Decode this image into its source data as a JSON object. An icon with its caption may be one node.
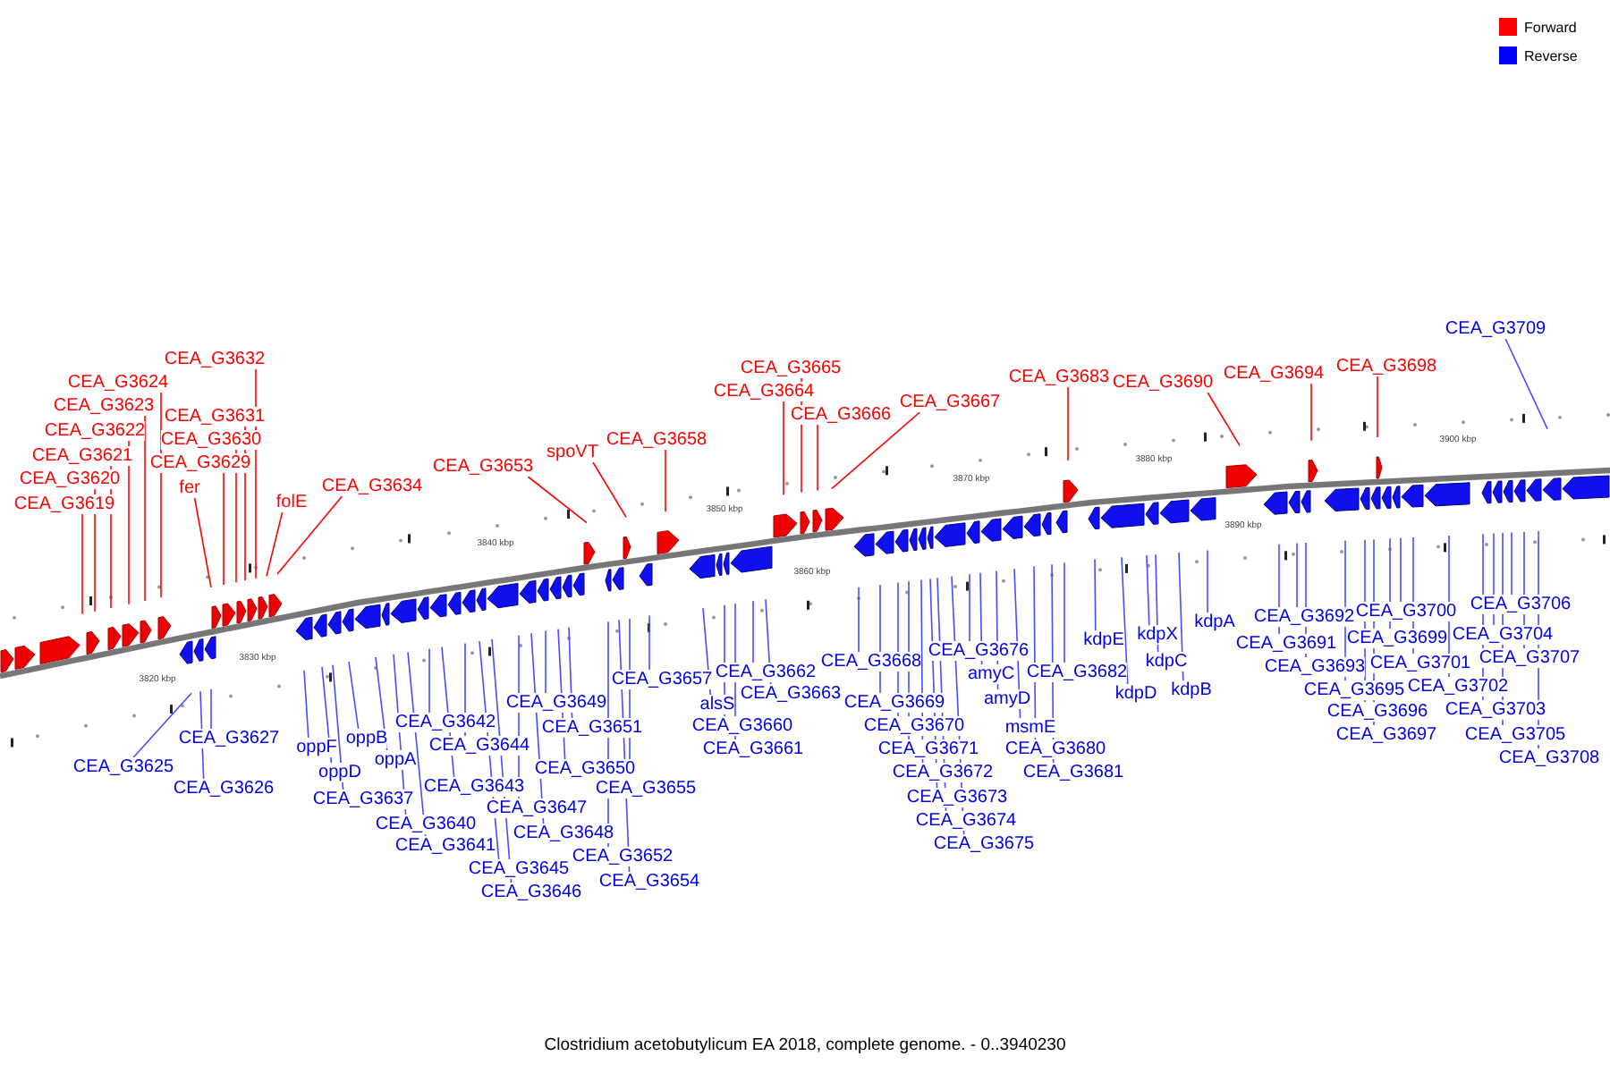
{
  "diagram": {
    "caption": "Clostridium acetobutylicum EA 2018, complete genome. - 0..3940230",
    "nodes": [
      {
        "text": [
          "CEA_G3619"
        ]
      },
      {
        "text": [
          "CEA_G3620"
        ]
      },
      {
        "text": [
          "CEA_G3621"
        ]
      },
      {
        "text": [
          "CEA_G3622"
        ]
      },
      {
        "text": [
          "CEA_G3623"
        ]
      },
      {
        "text": [
          "CEA_G3624"
        ]
      },
      {
        "text": [
          "CEA_G3632"
        ]
      },
      {
        "text": [
          "CEA_G3631"
        ]
      },
      {
        "text": [
          "CEA_G3630"
        ]
      },
      {
        "text": [
          "CEA_G3629"
        ]
      },
      {
        "text": [
          "fer"
        ]
      },
      {
        "text": [
          "folE"
        ]
      },
      {
        "text": [
          "CEA_G3634"
        ]
      },
      {
        "text": [
          "CEA_G3653"
        ]
      },
      {
        "text": [
          "spoVT"
        ]
      },
      {
        "text": [
          "CEA_G3658"
        ]
      },
      {
        "text": [
          "CEA_G3664"
        ]
      },
      {
        "text": [
          "CEA_G3665"
        ]
      },
      {
        "text": [
          "CEA_G3666"
        ]
      },
      {
        "text": [
          "CEA_G3667"
        ]
      },
      {
        "text": [
          "CEA_G3683"
        ]
      },
      {
        "text": [
          "CEA_G3690"
        ]
      },
      {
        "text": [
          "CEA_G3694"
        ]
      },
      {
        "text": [
          "CEA_G3698"
        ]
      },
      {
        "text": [
          "CEA_G3709"
        ]
      },
      {
        "text": [
          "CEA_G3625"
        ]
      },
      {
        "text": [
          "CEA_G3627"
        ]
      },
      {
        "text": [
          "CEA_G3626"
        ]
      },
      {
        "text": [
          "oppF"
        ]
      },
      {
        "text": [
          "oppD"
        ]
      },
      {
        "text": [
          "CEA_G3637"
        ]
      },
      {
        "text": [
          "oppB"
        ]
      },
      {
        "text": [
          "oppA"
        ]
      },
      {
        "text": [
          "CEA_G3640"
        ]
      },
      {
        "text": [
          "CEA_G3641"
        ]
      },
      {
        "text": [
          "CEA_G3642"
        ]
      },
      {
        "text": [
          "CEA_G3643"
        ]
      },
      {
        "text": [
          "CEA_G3644"
        ]
      },
      {
        "text": [
          "CEA_G3645"
        ]
      },
      {
        "text": [
          "CEA_G3646"
        ]
      },
      {
        "text": [
          "CEA_G3647"
        ]
      },
      {
        "text": [
          "CEA_G3648"
        ]
      },
      {
        "text": [
          "CEA_G3649"
        ]
      },
      {
        "text": [
          "CEA_G3650"
        ]
      },
      {
        "text": [
          "CEA_G3651"
        ]
      },
      {
        "text": [
          "CEA_G3652"
        ]
      },
      {
        "text": [
          "CEA_G3654"
        ]
      },
      {
        "text": [
          "CEA_G3655"
        ]
      },
      {
        "text": [
          "CEA_G3657"
        ]
      },
      {
        "text": [
          "alsS"
        ]
      },
      {
        "text": [
          "CEA_G3660"
        ]
      },
      {
        "text": [
          "CEA_G3661"
        ]
      },
      {
        "text": [
          "CEA_G3662"
        ]
      },
      {
        "text": [
          "CEA_G3663"
        ]
      },
      {
        "text": [
          "CEA_G3668"
        ]
      },
      {
        "text": [
          "CEA_G3669"
        ]
      },
      {
        "text": [
          "CEA_G3670"
        ]
      },
      {
        "text": [
          "CEA_G3671"
        ]
      },
      {
        "text": [
          "CEA_G3672"
        ]
      },
      {
        "text": [
          "CEA_G3673"
        ]
      },
      {
        "text": [
          "CEA_G3674"
        ]
      },
      {
        "text": [
          "CEA_G3675"
        ]
      },
      {
        "text": [
          "CEA_G3676"
        ]
      },
      {
        "text": [
          "amyC"
        ]
      },
      {
        "text": [
          "amyD"
        ]
      },
      {
        "text": [
          "msmE"
        ]
      },
      {
        "text": [
          "CEA_G3680"
        ]
      },
      {
        "text": [
          "CEA_G3681"
        ]
      },
      {
        "text": [
          "CEA_G3682"
        ]
      },
      {
        "text": [
          "kdpE"
        ]
      },
      {
        "text": [
          "kdpD"
        ]
      },
      {
        "text": [
          "kdpX"
        ]
      },
      {
        "text": [
          "kdpC"
        ]
      },
      {
        "text": [
          "kdpB"
        ]
      },
      {
        "text": [
          "kdpA"
        ]
      },
      {
        "text": [
          "CEA_G3691"
        ]
      },
      {
        "text": [
          "CEA_G3692"
        ]
      },
      {
        "text": [
          "CEA_G3693"
        ]
      },
      {
        "text": [
          "CEA_G3695"
        ]
      },
      {
        "text": [
          "CEA_G3696"
        ]
      },
      {
        "text": [
          "CEA_G3697"
        ]
      },
      {
        "text": [
          "CEA_G3699"
        ]
      },
      {
        "text": [
          "CEA_G3700"
        ]
      },
      {
        "text": [
          "CEA_G3701"
        ]
      },
      {
        "text": [
          "CEA_G3702"
        ]
      },
      {
        "text": [
          "CEA_G3703"
        ]
      },
      {
        "text": [
          "CEA_G3704"
        ]
      },
      {
        "text": [
          "CEA_G3705"
        ]
      },
      {
        "text": [
          "CEA_G3706"
        ]
      },
      {
        "text": [
          "CEA_G3707"
        ]
      },
      {
        "text": [
          "CEA_G3708"
        ]
      }
    ],
    "edges": [
      {
        "from": 0,
        "to": null,
        "arrow": "none",
        "color": "#ff0000"
      },
      {
        "from": 1,
        "to": null,
        "arrow": "none",
        "color": "#ff0000"
      },
      {
        "from": 2,
        "to": null,
        "arrow": "none",
        "color": "#ff0000"
      },
      {
        "from": 3,
        "to": null,
        "arrow": "none",
        "color": "#ff0000"
      },
      {
        "from": 4,
        "to": null,
        "arrow": "none",
        "color": "#ff0000"
      },
      {
        "from": 5,
        "to": null,
        "arrow": "none",
        "color": "#ff0000"
      },
      {
        "from": 6,
        "to": null,
        "arrow": "none",
        "color": "#ff0000"
      },
      {
        "from": 7,
        "to": null,
        "arrow": "none",
        "color": "#ff0000"
      },
      {
        "from": 8,
        "to": null,
        "arrow": "none",
        "color": "#ff0000"
      },
      {
        "from": 9,
        "to": null,
        "arrow": "none",
        "color": "#ff0000"
      },
      {
        "from": 10,
        "to": null,
        "arrow": "none",
        "color": "#ff0000"
      },
      {
        "from": 11,
        "to": null,
        "arrow": "none",
        "color": "#ff0000"
      },
      {
        "from": 12,
        "to": null,
        "arrow": "none",
        "color": "#ff0000"
      },
      {
        "from": 13,
        "to": null,
        "arrow": "none",
        "color": "#ff0000"
      },
      {
        "from": 14,
        "to": null,
        "arrow": "none",
        "color": "#ff0000"
      },
      {
        "from": 15,
        "to": null,
        "arrow": "none",
        "color": "#ff0000"
      },
      {
        "from": 16,
        "to": null,
        "arrow": "none",
        "color": "#ff0000"
      },
      {
        "from": 17,
        "to": null,
        "arrow": "none",
        "color": "#ff0000"
      },
      {
        "from": 18,
        "to": null,
        "arrow": "none",
        "color": "#ff0000"
      },
      {
        "from": 19,
        "to": null,
        "arrow": "none",
        "color": "#ff0000"
      },
      {
        "from": 20,
        "to": null,
        "arrow": "none",
        "color": "#ff0000"
      },
      {
        "from": 21,
        "to": null,
        "arrow": "none",
        "color": "#ff0000"
      },
      {
        "from": 22,
        "to": null,
        "arrow": "none",
        "color": "#ff0000"
      },
      {
        "from": 23,
        "to": null,
        "arrow": "none",
        "color": "#ff0000"
      },
      {
        "from": 24,
        "to": null,
        "arrow": "none"
      },
      {
        "from": 25,
        "to": null,
        "arrow": "none"
      },
      {
        "from": 26,
        "to": null,
        "arrow": "none"
      },
      {
        "from": 27,
        "to": null,
        "arrow": "none"
      },
      {
        "from": 28,
        "to": null,
        "arrow": "none"
      },
      {
        "from": 29,
        "to": null,
        "arrow": "none"
      },
      {
        "from": 30,
        "to": null,
        "arrow": "none"
      },
      {
        "from": 31,
        "to": null,
        "arrow": "none"
      },
      {
        "from": 32,
        "to": null,
        "arrow": "none"
      },
      {
        "from": 33,
        "to": null,
        "arrow": "none"
      },
      {
        "from": 34,
        "to": null,
        "arrow": "none"
      },
      {
        "from": 35,
        "to": null,
        "arrow": "none"
      },
      {
        "from": 36,
        "to": null,
        "arrow": "none"
      },
      {
        "from": 37,
        "to": null,
        "arrow": "none"
      },
      {
        "from": 38,
        "to": null,
        "arrow": "none"
      },
      {
        "from": 39,
        "to": null,
        "arrow": "none"
      },
      {
        "from": 40,
        "to": null,
        "arrow": "none"
      },
      {
        "from": 41,
        "to": null,
        "arrow": "none"
      },
      {
        "from": 42,
        "to": null,
        "arrow": "none"
      },
      {
        "from": 43,
        "to": null,
        "arrow": "none"
      },
      {
        "from": 44,
        "to": null,
        "arrow": "none"
      },
      {
        "from": 45,
        "to": null,
        "arrow": "none"
      },
      {
        "from": 46,
        "to": null,
        "arrow": "none"
      },
      {
        "from": 47,
        "to": null,
        "arrow": "none"
      },
      {
        "from": 48,
        "to": null,
        "arrow": "none"
      },
      {
        "from": 49,
        "to": null,
        "arrow": "none"
      },
      {
        "from": 50,
        "to": null,
        "arrow": "none"
      },
      {
        "from": 51,
        "to": null,
        "arrow": "none"
      },
      {
        "from": 52,
        "to": null,
        "arrow": "none"
      },
      {
        "from": 53,
        "to": null,
        "arrow": "none"
      },
      {
        "from": 54,
        "to": null,
        "arrow": "none"
      },
      {
        "from": 55,
        "to": null,
        "arrow": "none"
      },
      {
        "from": 56,
        "to": null,
        "arrow": "none"
      },
      {
        "from": 57,
        "to": null,
        "arrow": "none"
      },
      {
        "from": 58,
        "to": null,
        "arrow": "none"
      },
      {
        "from": 59,
        "to": null,
        "arrow": "none"
      },
      {
        "from": 60,
        "to": null,
        "arrow": "none"
      },
      {
        "from": 61,
        "to": null,
        "arrow": "none"
      },
      {
        "from": 62,
        "to": null,
        "arrow": "none"
      },
      {
        "from": 63,
        "to": null,
        "arrow": "none"
      },
      {
        "from": 64,
        "to": null,
        "arrow": "none"
      },
      {
        "from": 65,
        "to": null,
        "arrow": "none"
      },
      {
        "from": 66,
        "to": null,
        "arrow": "none"
      },
      {
        "from": 67,
        "to": null,
        "arrow": "none"
      },
      {
        "from": 68,
        "to": null,
        "arrow": "none"
      },
      {
        "from": 69,
        "to": null,
        "arrow": "none"
      },
      {
        "from": 70,
        "to": null,
        "arrow": "none"
      },
      {
        "from": 71,
        "to": null,
        "arrow": "none"
      },
      {
        "from": 72,
        "to": null,
        "arrow": "none"
      },
      {
        "from": 73,
        "to": null,
        "arrow": "none"
      },
      {
        "from": 74,
        "to": null,
        "arrow": "none"
      },
      {
        "from": 75,
        "to": null,
        "arrow": "none"
      },
      {
        "from": 76,
        "to": null,
        "arrow": "none"
      },
      {
        "from": 77,
        "to": null,
        "arrow": "none"
      },
      {
        "from": 78,
        "to": null,
        "arrow": "none"
      },
      {
        "from": 79,
        "to": null,
        "arrow": "none"
      },
      {
        "from": 80,
        "to": null,
        "arrow": "none"
      },
      {
        "from": 81,
        "to": null,
        "arrow": "none"
      },
      {
        "from": 82,
        "to": null,
        "arrow": "none"
      },
      {
        "from": 83,
        "to": null,
        "arrow": "none"
      },
      {
        "from": 84,
        "to": null,
        "arrow": "none"
      },
      {
        "from": 85,
        "to": null,
        "arrow": "none"
      },
      {
        "from": 86,
        "to": null,
        "arrow": "none"
      },
      {
        "from": 87,
        "to": null,
        "arrow": "none"
      },
      {
        "from": 88,
        "to": null,
        "arrow": "none"
      },
      {
        "from": 89,
        "to": null,
        "arrow": "none"
      },
      {
        "from": 90,
        "to": null,
        "arrow": "none"
      }
    ],
    "labels": [
      "3820 kbp",
      "3830 kbp",
      "3840 kbp",
      "3850 kbp",
      "3860 kbp",
      "3870 kbp",
      "3880 kbp",
      "3890 kbp",
      "3900 kbp"
    ],
    "legend": [
      {
        "text": "Forward",
        "color": "#ff0000"
      },
      {
        "text": "Reverse",
        "color": "#0000ff"
      }
    ]
  }
}
